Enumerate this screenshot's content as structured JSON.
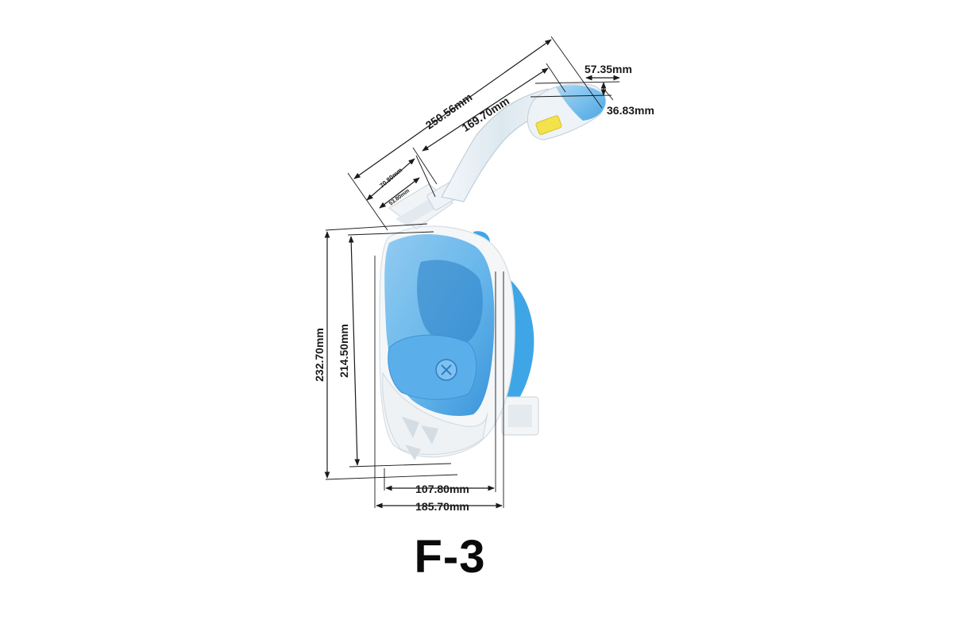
{
  "product": {
    "model": "F-3",
    "colors": {
      "frame": "#f4f6f8",
      "lens_blue": "#5fb3ea",
      "lens_blue_dark": "#2f8fd8",
      "strap_blue": "#3ea6e6",
      "tube_clear": "#e4eef5",
      "valve_yellow": "#f3e24a",
      "text": "#1a1a1a"
    }
  },
  "dimensions": {
    "overall_length": "250.56mm",
    "tube_length": "169.70mm",
    "top_width": "57.35mm",
    "top_height": "36.83mm",
    "tube_base_outer": "70.80mm",
    "tube_base_inner": "53.80mm",
    "mask_height_outer": "232.70mm",
    "mask_height_inner": "214.50mm",
    "mask_depth_inner": "107.80mm",
    "mask_depth_outer": "185.70mm"
  }
}
